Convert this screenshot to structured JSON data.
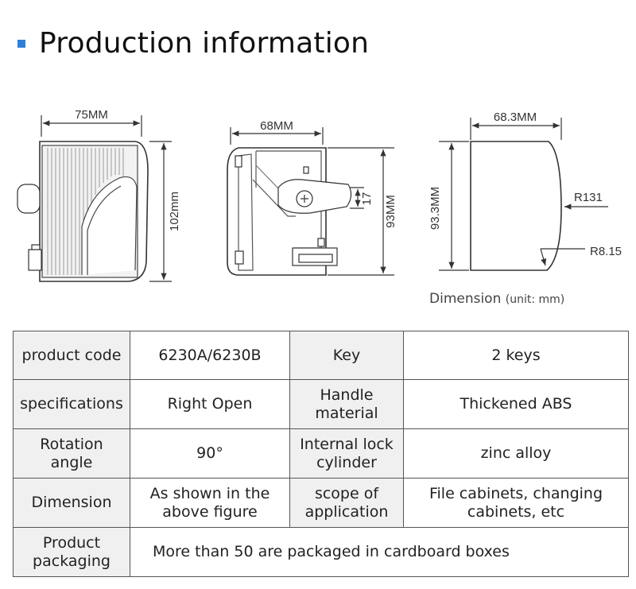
{
  "header": {
    "title": "Production information"
  },
  "drawings": {
    "front": {
      "width_label": "75MM",
      "height_label": "102mm"
    },
    "side": {
      "width_label": "68MM",
      "cam_label": "17",
      "height_label": "93MM"
    },
    "back": {
      "width_label": "68.3MM",
      "height_label": "93.3MM",
      "radius_large": "R131",
      "radius_small": "R8.15"
    },
    "caption": {
      "text": "Dimension",
      "unit": "(unit:  mm)"
    }
  },
  "table": {
    "rows": [
      {
        "label1": "product code",
        "value1": "6230A/6230B",
        "label2": "Key",
        "value2": "2 keys"
      },
      {
        "label1": "specifications",
        "value1": "Right Open",
        "label2": "Handle material",
        "value2": "Thickened ABS"
      },
      {
        "label1": "Rotation angle",
        "value1": "90°",
        "label2": "Internal lock cylinder",
        "value2": "zinc alloy"
      },
      {
        "label1": "Dimension",
        "value1": "As shown in the above figure",
        "label2": "scope of application",
        "value2": "File cabinets, changing cabinets, etc"
      }
    ],
    "packaging": {
      "label": "Product packaging",
      "value": "More than 50 are packaged in cardboard boxes"
    }
  }
}
